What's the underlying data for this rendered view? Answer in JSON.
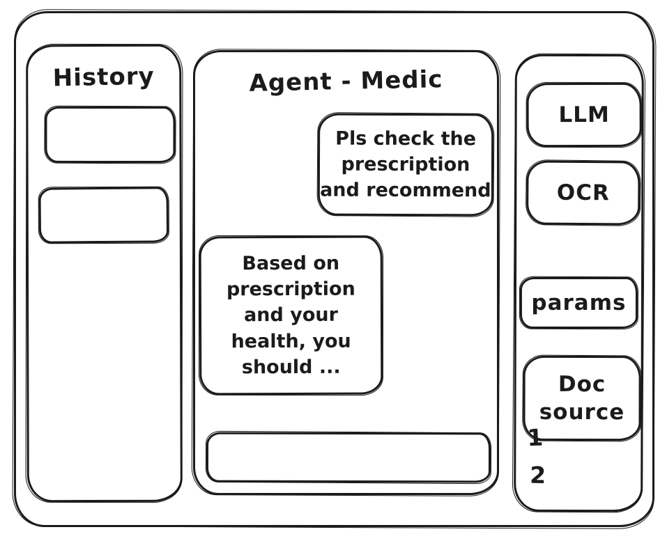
{
  "window": {
    "ink_color": "#1b1b1b",
    "background_color": "#ffffff"
  },
  "history": {
    "title": "History",
    "items": [
      {
        "label": ""
      },
      {
        "label": ""
      }
    ]
  },
  "chat": {
    "title": "Agent - Medic",
    "messages": [
      {
        "role": "user",
        "text": "Pls check the prescription and recommend",
        "lines": [
          "Pls check the",
          "prescription",
          "and recommend"
        ]
      },
      {
        "role": "assistant",
        "text": "Based on prescription and your health, you should ...",
        "lines": [
          "Based on",
          "prescription",
          "and your",
          "health, you",
          "should ..."
        ]
      }
    ],
    "input": {
      "value": ""
    }
  },
  "tools": {
    "buttons": [
      {
        "label": "LLM"
      },
      {
        "label": "OCR"
      },
      {
        "label": "params"
      },
      {
        "label": "Doc source"
      }
    ],
    "doc_items": [
      "1",
      "2"
    ]
  }
}
